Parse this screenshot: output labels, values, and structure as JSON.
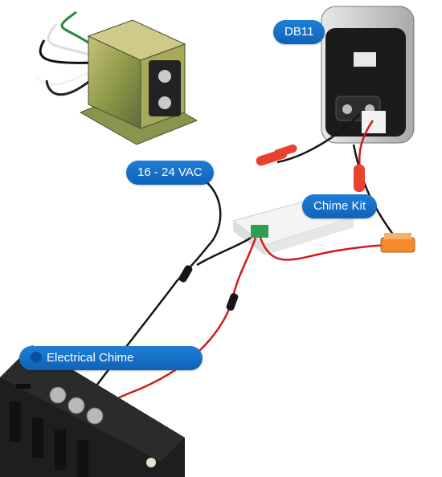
{
  "labels": {
    "db11": "DB11",
    "voltage": "16 - 24 VAC",
    "chime_kit": "Chime Kit",
    "electrical_chime": "Electrical Chime"
  },
  "colors": {
    "callout_bg": "#1573cc",
    "wire_black": "#151515",
    "wire_red": "#d3191c",
    "terminal_green": "#2e9e4f",
    "connector_orange": "#f3892c"
  },
  "icons": {
    "transformer": "doorbell-transformer",
    "doorbell": "video-doorbell",
    "chime": "electrical-chime"
  }
}
